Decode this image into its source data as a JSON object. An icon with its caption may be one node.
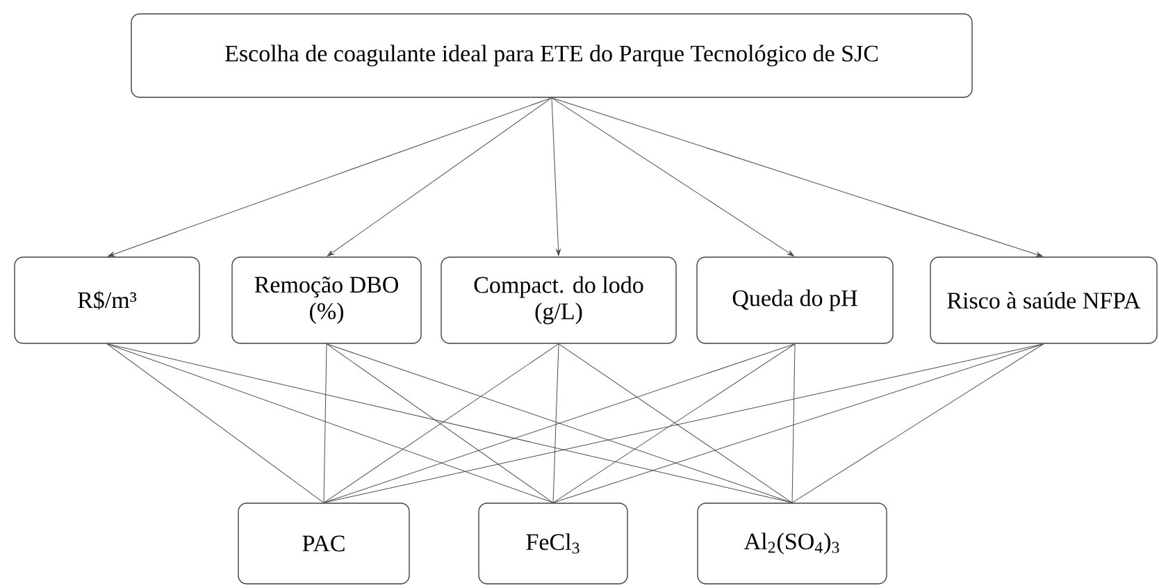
{
  "diagram": {
    "nodes": [
      {
        "text": [
          "Escolha de coagulante ideal para ETE do Parque Tecnológico de SJC"
        ]
      },
      {
        "text": [
          "R$/m³"
        ]
      },
      {
        "text": [
          "Remoção DBO (%)"
        ]
      },
      {
        "text": [
          "Compact. do lodo (g/L)"
        ]
      },
      {
        "text": [
          "Queda do pH"
        ]
      },
      {
        "text": [
          "Risco à saúde NFPA"
        ]
      },
      {
        "text": [
          "PAC"
        ]
      },
      {
        "text": [
          "FeCl$_{3}$"
        ]
      },
      {
        "text": [
          "Al$_{2}$(SO$_{4}$)$_{3}$"
        ]
      }
    ],
    "edges": [
      {
        "from": 0,
        "to": 1,
        "arrow": "to"
      },
      {
        "from": 0,
        "to": 2,
        "arrow": "to"
      },
      {
        "from": 0,
        "to": 3,
        "arrow": "to"
      },
      {
        "from": 0,
        "to": 4,
        "arrow": "to"
      },
      {
        "from": 0,
        "to": 5,
        "arrow": "to"
      },
      {
        "from": 1,
        "to": 6,
        "arrow": "none"
      },
      {
        "from": 1,
        "to": 7,
        "arrow": "none"
      },
      {
        "from": 1,
        "to": 8,
        "arrow": "none"
      },
      {
        "from": 2,
        "to": 6,
        "arrow": "none"
      },
      {
        "from": 2,
        "to": 7,
        "arrow": "none"
      },
      {
        "from": 2,
        "to": 8,
        "arrow": "none"
      },
      {
        "from": 3,
        "to": 6,
        "arrow": "none"
      },
      {
        "from": 3,
        "to": 7,
        "arrow": "none"
      },
      {
        "from": 3,
        "to": 8,
        "arrow": "none"
      },
      {
        "from": 4,
        "to": 6,
        "arrow": "none"
      },
      {
        "from": 4,
        "to": 7,
        "arrow": "none"
      },
      {
        "from": 4,
        "to": 8,
        "arrow": "none"
      },
      {
        "from": 5,
        "to": 6,
        "arrow": "none"
      },
      {
        "from": 5,
        "to": 7,
        "arrow": "none"
      },
      {
        "from": 5,
        "to": 8,
        "arrow": "none"
      }
    ]
  }
}
